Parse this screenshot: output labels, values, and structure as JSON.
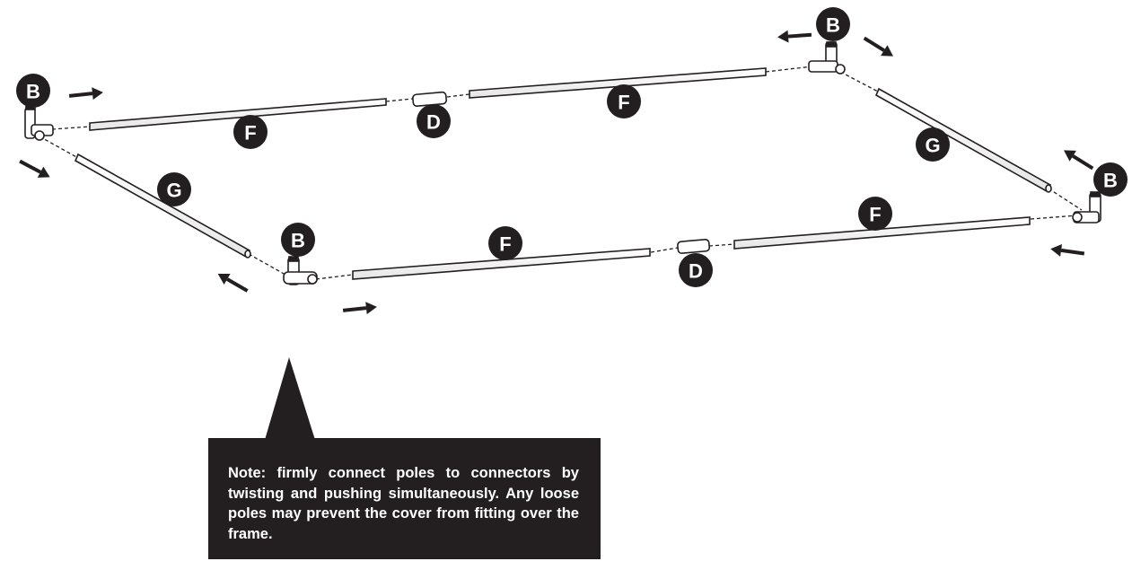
{
  "labels": {
    "connector_corner": "B",
    "connector_straight": "D",
    "pole_long": "F",
    "pole_side": "G"
  },
  "note": {
    "text": "Note: firmly connect poles to connectors by twisting and pushing simultaneously. Any loose poles may prevent the cover from fitting over the frame."
  },
  "colors": {
    "ink": "#231f20",
    "background": "#ffffff",
    "label_text": "#ffffff"
  }
}
